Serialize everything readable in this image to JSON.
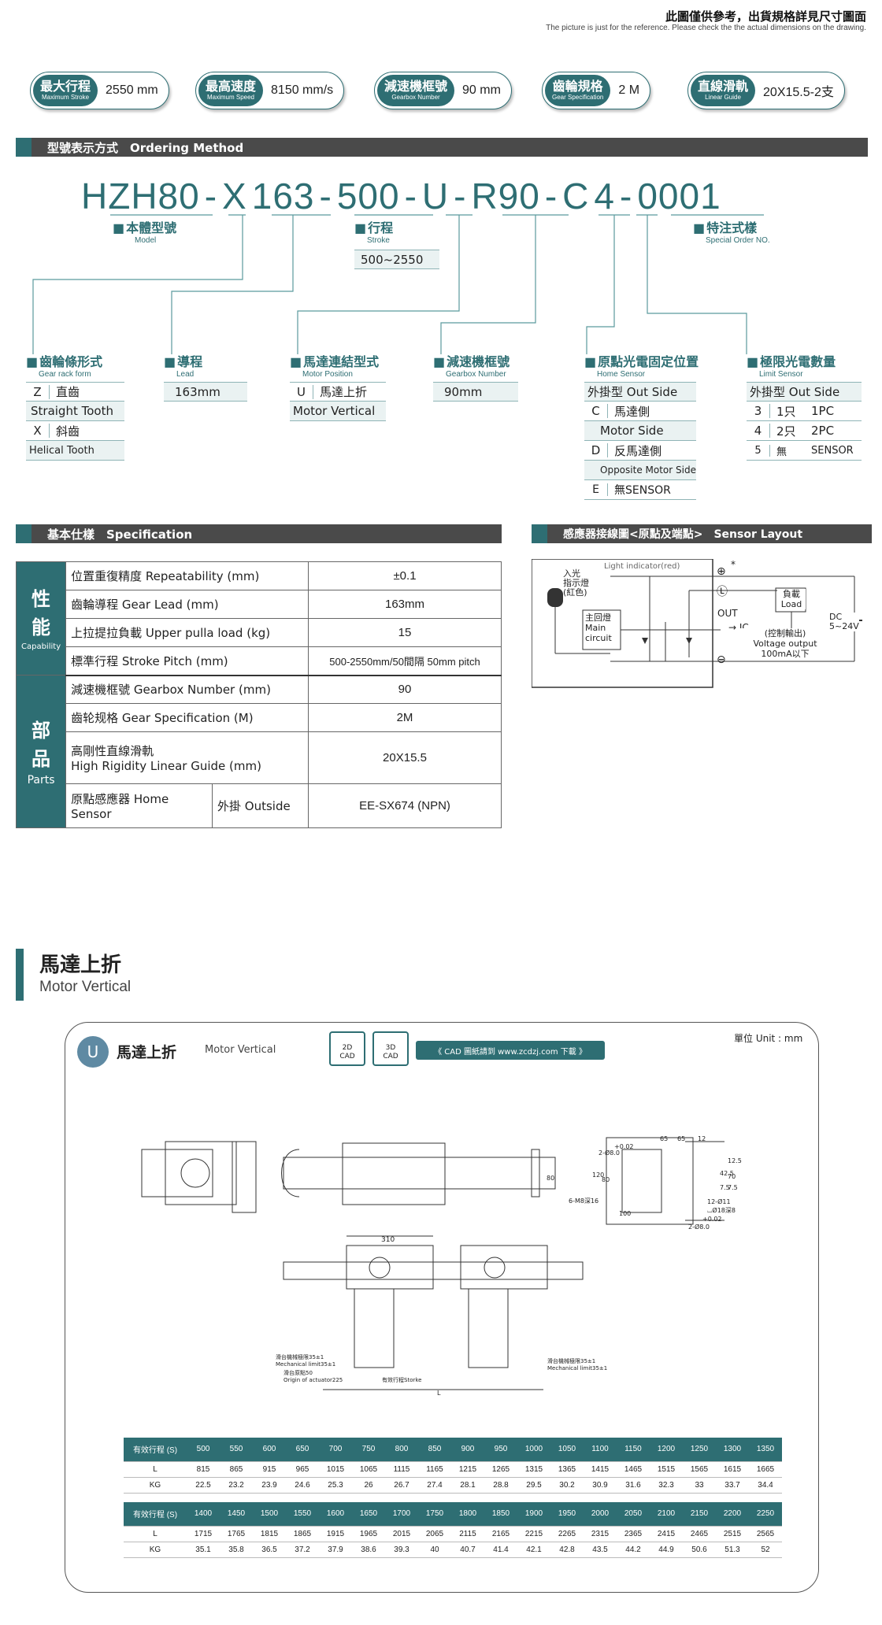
{
  "header": {
    "note_zh": "此圖僅供參考，出貨規格詳見尺寸圖面",
    "note_en": "The picture is just for the reference. Please check the the actual dimensions on the drawing."
  },
  "pills": [
    {
      "zh": "最大行程",
      "en": "Maximum Stroke",
      "value": "2550 mm"
    },
    {
      "zh": "最高速度",
      "en": "Maximum Speed",
      "value": "8150 mm/s"
    },
    {
      "zh": "減速機框號",
      "en": "Gearbox Number",
      "value": "90 mm"
    },
    {
      "zh": "齒輪規格",
      "en": "Gear Specification",
      "value": "2 M"
    },
    {
      "zh": "直線滑軌",
      "en": "Linear Guide",
      "value": "20X15.5-2支"
    }
  ],
  "ordering": {
    "bar": "型號表示方式　Ordering Method",
    "code": [
      "HZH80",
      "-",
      "X",
      "163",
      "-",
      "500",
      "-",
      "U",
      "-",
      "R90",
      "-",
      "C",
      "4",
      "-",
      "0001"
    ],
    "model": {
      "zh": "本體型號",
      "en": "Model"
    },
    "stroke": {
      "zh": "行程",
      "en": "Stroke",
      "range": "500~2550"
    },
    "special": {
      "zh": "特注式樣",
      "en": "Special Order NO."
    },
    "gear_rack": {
      "zh": "齒輪條形式",
      "en": "Gear rack form",
      "z_key": "Z",
      "z_zh": "直齒",
      "z_en": "Straight Tooth",
      "x_key": "X",
      "x_zh": "斜齒",
      "x_en": "Helical Tooth"
    },
    "lead": {
      "zh": "導程",
      "en": "Lead",
      "value": "163mm"
    },
    "motor_pos": {
      "zh": "馬達連結型式",
      "en": "Motor Position",
      "u_key": "U",
      "u_zh": "馬達上折",
      "u_en": "Motor Vertical"
    },
    "gearbox": {
      "zh": "減速機框號",
      "en": "Gearbox Number",
      "value": "90mm"
    },
    "home": {
      "zh": "原點光電固定位置",
      "en": "Home Sensor",
      "type": "外掛型 Out Side",
      "c_key": "C",
      "c_zh": "馬達側",
      "c_en": "Motor Side",
      "d_key": "D",
      "d_zh": "反馬達側",
      "d_en": "Opposite Motor Side",
      "e_key": "E",
      "e_zh": "無SENSOR"
    },
    "limit": {
      "zh": "極限光電數量",
      "en": "Limit Sensor",
      "type": "外掛型 Out Side",
      "r1": [
        "3",
        "1只",
        "1PC"
      ],
      "r2": [
        "4",
        "2只",
        "2PC"
      ],
      "r3": [
        "5",
        "無",
        "SENSOR"
      ]
    }
  },
  "spec": {
    "bar": "基本仕樣　Specification",
    "cap_zh1": "性",
    "cap_zh2": "能",
    "cap_en": "Capability",
    "parts_zh1": "部",
    "parts_zh2": "品",
    "parts_en": "Parts",
    "rows": [
      {
        "label": "位置重復精度  Repeatability (mm)",
        "value": "±0.1"
      },
      {
        "label": "齒輪導程  Gear Lead (mm)",
        "value": "163mm"
      },
      {
        "label": "上拉提拉負載  Upper pulla load (kg)",
        "value": "15"
      },
      {
        "label": "標準行程 Stroke Pitch (mm)",
        "value": "500-2550mm/50間隔  50mm pitch"
      },
      {
        "label": "減速機框號 Gearbox Number (mm)",
        "value": "90"
      },
      {
        "label": "齒轮规格 Gear Specification (M)",
        "value": "2M"
      },
      {
        "label": "高剛性直線滑軌",
        "label2": "High Rigidity Linear Guide (mm)",
        "value": "20X15.5"
      },
      {
        "label": "原點感應器 Home Sensor",
        "sub": "外掛 Outside",
        "value": "EE-SX674 (NPN)"
      }
    ]
  },
  "sensor": {
    "bar": "感應器接線圖<原點及端點>　Sensor Layout",
    "light_zh": "入光\n指示燈\n(紅色)",
    "light_en": "Light indicator(red)",
    "main_zh": "主回燈",
    "main_en": "Main circuit",
    "load_zh": "負載",
    "load_en": "Load",
    "out": "OUT",
    "ic": "IC",
    "ctrl_zh": "(控制輸出)",
    "ctrl_en": "Voltage output",
    "ctrl_ma": "100mA以下",
    "dc": "DC",
    "volt": "5~24V",
    "plus": "⊕",
    "minus": "⊖",
    "l": "Ⓛ",
    "star": "*"
  },
  "mv": {
    "title": "馬達上折",
    "subtitle": "Motor Vertical",
    "badge": "U",
    "card_title": "馬達上折",
    "card_sub": "Motor Vertical",
    "cad2d": "2D\nCAD",
    "cad3d": "3D\nCAD",
    "download": "《 CAD 圖紙請到 www.zcdzj.com 下載 》",
    "unit": "單位 Unit : mm",
    "dims": {
      "d310": "310",
      "d80": "80",
      "d65a": "65",
      "d65b": "65",
      "d12": "12",
      "d002": "+0.02",
      "d2phi8": "2-Ø8.0",
      "d120": "120",
      "d80b": "80",
      "dm8": "6-M8深16",
      "d100": "100",
      "d425": "42.5",
      "d70": "70",
      "d75": "7.5",
      "d125": "12.5",
      "d75b": "7.5",
      "d12phi11": "12-Ø11",
      "dphi18": "⌴Ø18深8",
      "d002b": "+0.02",
      "d2phi8b": "2-Ø8.0",
      "mech_l": "滑台機械極限35±1",
      "mech_l_en": "Mechanical limit35±1",
      "origin_zh": "滑台原點50",
      "origin_en": "Origin of actuator225",
      "stroke_lbl": "有效行程Storke",
      "L": "L",
      "mech_r": "滑台機械極限35±1",
      "mech_r_en": "Mechanical limit35±1"
    },
    "table1": {
      "h": [
        "有效行程 (S)",
        "500",
        "550",
        "600",
        "650",
        "700",
        "750",
        "800",
        "850",
        "900",
        "950",
        "1000",
        "1050",
        "1100",
        "1150",
        "1200",
        "1250",
        "1300",
        "1350"
      ],
      "L": [
        "L",
        "815",
        "865",
        "915",
        "965",
        "1015",
        "1065",
        "1115",
        "1165",
        "1215",
        "1265",
        "1315",
        "1365",
        "1415",
        "1465",
        "1515",
        "1565",
        "1615",
        "1665"
      ],
      "KG": [
        "KG",
        "22.5",
        "23.2",
        "23.9",
        "24.6",
        "25.3",
        "26",
        "26.7",
        "27.4",
        "28.1",
        "28.8",
        "29.5",
        "30.2",
        "30.9",
        "31.6",
        "32.3",
        "33",
        "33.7",
        "34.4"
      ]
    },
    "table2": {
      "h": [
        "有效行程 (S)",
        "1400",
        "1450",
        "1500",
        "1550",
        "1600",
        "1650",
        "1700",
        "1750",
        "1800",
        "1850",
        "1900",
        "1950",
        "2000",
        "2050",
        "2100",
        "2150",
        "2200",
        "2250"
      ],
      "L": [
        "L",
        "1715",
        "1765",
        "1815",
        "1865",
        "1915",
        "1965",
        "2015",
        "2065",
        "2115",
        "2165",
        "2215",
        "2265",
        "2315",
        "2365",
        "2415",
        "2465",
        "2515",
        "2565"
      ],
      "KG": [
        "KG",
        "35.1",
        "35.8",
        "36.5",
        "37.2",
        "37.9",
        "38.6",
        "39.3",
        "40",
        "40.7",
        "41.4",
        "42.1",
        "42.8",
        "43.5",
        "44.2",
        "44.9",
        "50.6",
        "51.3",
        "52"
      ]
    }
  }
}
